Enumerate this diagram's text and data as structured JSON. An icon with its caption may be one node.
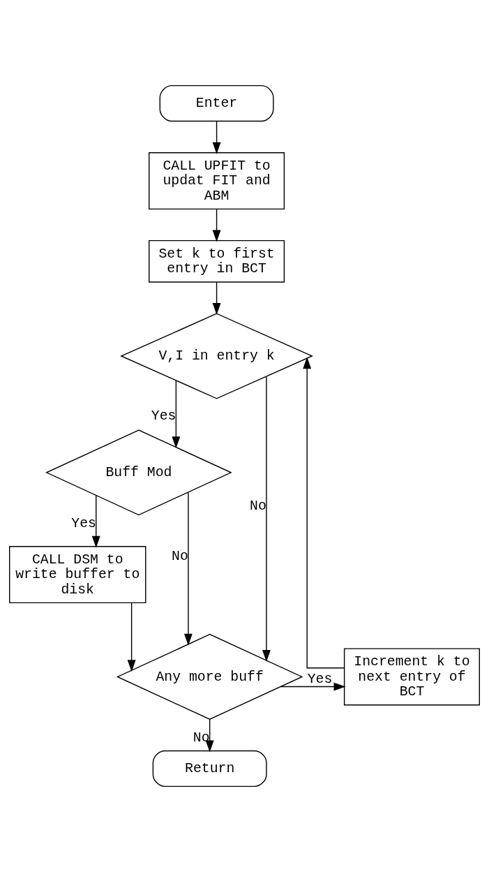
{
  "diagram": {
    "nodes": [
      {
        "text": [
          "Enter"
        ]
      },
      {
        "text": [
          "CALL UPFIT to updat FIT and ABM"
        ]
      },
      {
        "text": [
          "Set k to first entry in BCT"
        ]
      },
      {
        "text": [
          "V,I in entry k"
        ]
      },
      {
        "text": [
          "Buff Mod"
        ]
      },
      {
        "text": [
          "CALL DSM to write buffer to disk"
        ]
      },
      {
        "text": [
          "Any more buff"
        ]
      },
      {
        "text": [
          "Increment k to next entry of BCT"
        ]
      },
      {
        "text": [
          "Return"
        ]
      }
    ],
    "edges": [
      {
        "from": 0,
        "to": 1,
        "arrow": "to"
      },
      {
        "from": 1,
        "to": 2,
        "arrow": "to"
      },
      {
        "from": 2,
        "to": 3,
        "arrow": "to"
      },
      {
        "from": 3,
        "to": 4,
        "arrow": "to",
        "label": "Yes"
      },
      {
        "from": 3,
        "to": 6,
        "arrow": "to",
        "label": "No"
      },
      {
        "from": 4,
        "to": 5,
        "arrow": "to",
        "label": "Yes"
      },
      {
        "from": 4,
        "to": 6,
        "arrow": "to",
        "label": "No"
      },
      {
        "from": 5,
        "to": 6,
        "arrow": "to"
      },
      {
        "from": 6,
        "to": 7,
        "arrow": "to",
        "label": "Yes"
      },
      {
        "from": 7,
        "to": 3,
        "arrow": "to"
      },
      {
        "from": 6,
        "to": 8,
        "arrow": "to",
        "label": "No"
      }
    ]
  }
}
